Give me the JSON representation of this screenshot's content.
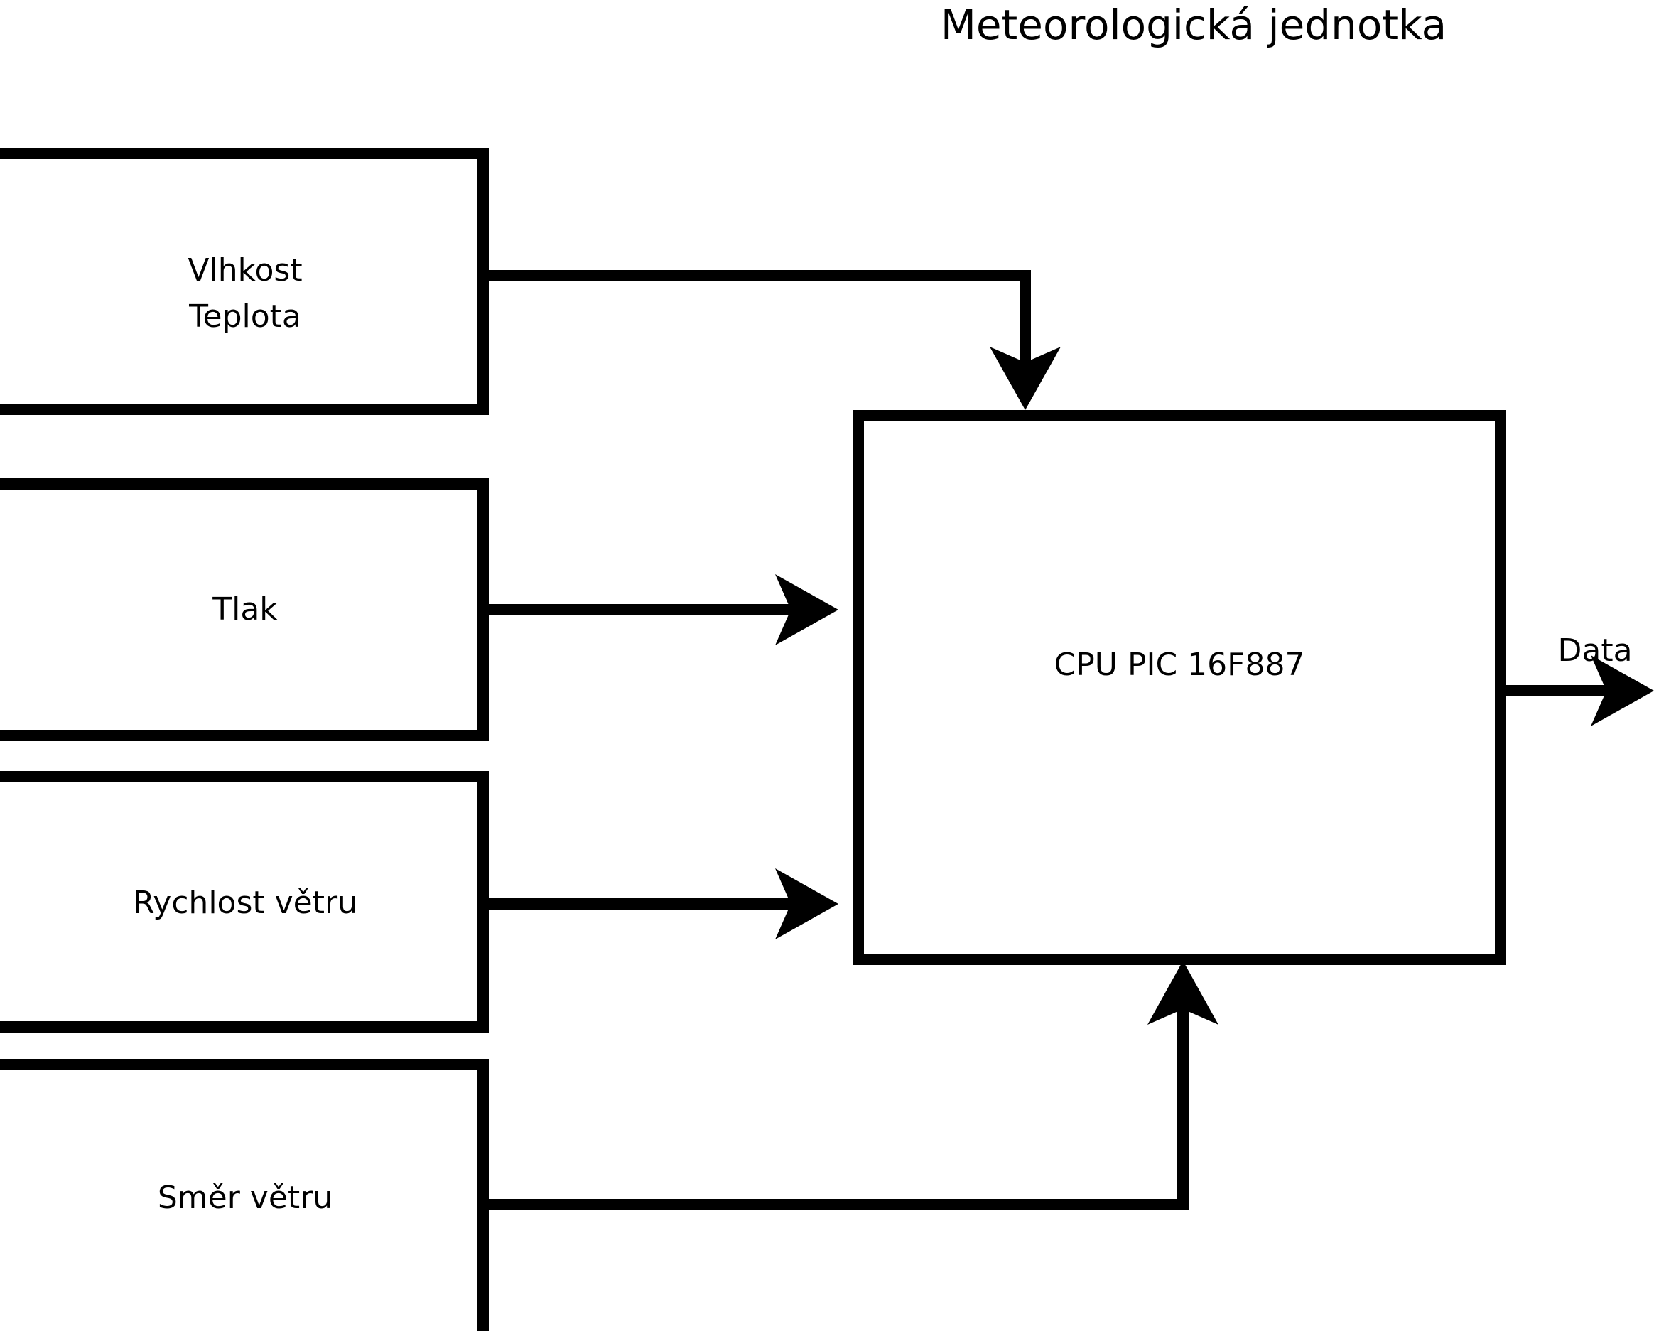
{
  "diagram": {
    "title": "Meteorologická jednotka",
    "type": "block-diagram",
    "background_color": "#ffffff",
    "line_color": "#000000",
    "text_color": "#000000",
    "sensor_blocks": [
      {
        "id": "humidity-temperature",
        "labels": [
          "Vlhkost",
          "Teplota"
        ]
      },
      {
        "id": "pressure",
        "labels": [
          "Tlak"
        ]
      },
      {
        "id": "wind-speed",
        "labels": [
          "Rychlost větru"
        ]
      },
      {
        "id": "wind-direction",
        "labels": [
          "Směr větru"
        ]
      }
    ],
    "cpu_block": {
      "id": "cpu",
      "label": "CPU PIC 16F887"
    },
    "output": {
      "id": "data-output",
      "label": "Data"
    },
    "connections": [
      {
        "from": "humidity-temperature",
        "to": "cpu",
        "style": "orthogonal",
        "enters": "top"
      },
      {
        "from": "pressure",
        "to": "cpu",
        "style": "straight",
        "enters": "left"
      },
      {
        "from": "wind-speed",
        "to": "cpu",
        "style": "straight",
        "enters": "left"
      },
      {
        "from": "wind-direction",
        "to": "cpu",
        "style": "orthogonal",
        "enters": "bottom"
      },
      {
        "from": "cpu",
        "to": "data-output",
        "style": "straight",
        "exits": "right"
      }
    ]
  }
}
